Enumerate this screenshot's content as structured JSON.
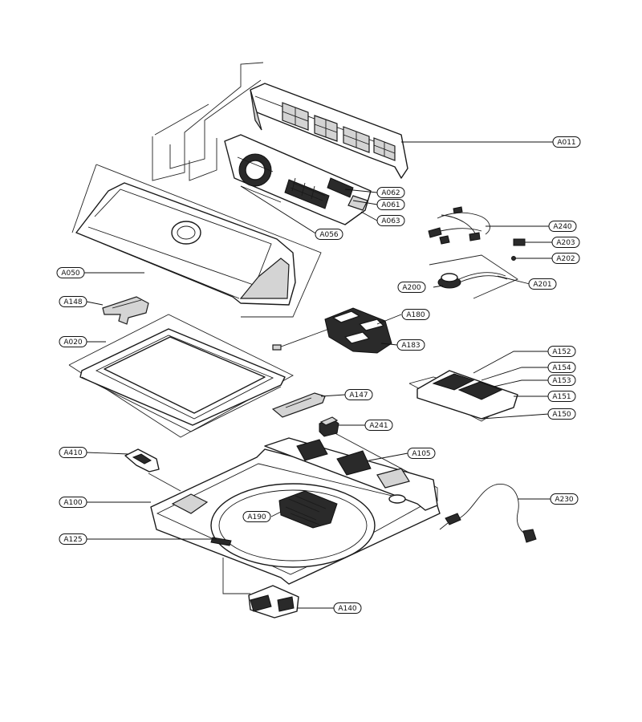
{
  "callouts": [
    {
      "id": "A011",
      "label": "A011"
    },
    {
      "id": "A062",
      "label": "A062"
    },
    {
      "id": "A061",
      "label": "A061"
    },
    {
      "id": "A063",
      "label": "A063"
    },
    {
      "id": "A056",
      "label": "A056"
    },
    {
      "id": "A240",
      "label": "A240"
    },
    {
      "id": "A203",
      "label": "A203"
    },
    {
      "id": "A202",
      "label": "A202"
    },
    {
      "id": "A200",
      "label": "A200"
    },
    {
      "id": "A201",
      "label": "A201"
    },
    {
      "id": "A050",
      "label": "A050"
    },
    {
      "id": "A148",
      "label": "A148"
    },
    {
      "id": "A180",
      "label": "A180"
    },
    {
      "id": "A183",
      "label": "A183"
    },
    {
      "id": "A020",
      "label": "A020"
    },
    {
      "id": "A152",
      "label": "A152"
    },
    {
      "id": "A154",
      "label": "A154"
    },
    {
      "id": "A153",
      "label": "A153"
    },
    {
      "id": "A151",
      "label": "A151"
    },
    {
      "id": "A150",
      "label": "A150"
    },
    {
      "id": "A147",
      "label": "A147"
    },
    {
      "id": "A241",
      "label": "A241"
    },
    {
      "id": "A410",
      "label": "A410"
    },
    {
      "id": "A105",
      "label": "A105"
    },
    {
      "id": "A100",
      "label": "A100"
    },
    {
      "id": "A230",
      "label": "A230"
    },
    {
      "id": "A190",
      "label": "A190"
    },
    {
      "id": "A125",
      "label": "A125"
    },
    {
      "id": "A140",
      "label": "A140"
    }
  ]
}
